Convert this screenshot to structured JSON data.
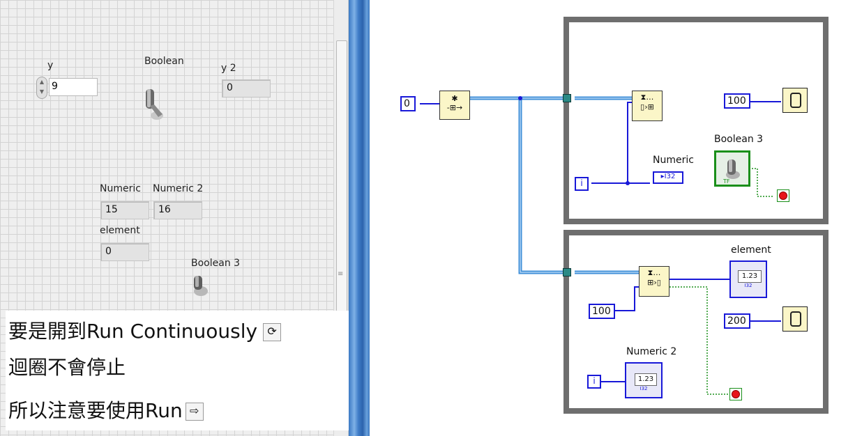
{
  "front_panel": {
    "y": {
      "label": "y",
      "value": "9"
    },
    "boolean": {
      "label": "Boolean"
    },
    "y2": {
      "label": "y 2",
      "value": "0"
    },
    "numeric": {
      "label": "Numeric",
      "value": "15"
    },
    "numeric2": {
      "label": "Numeric  2",
      "value": "16"
    },
    "element": {
      "label": "element",
      "value": "0"
    },
    "boolean3": {
      "label": "Boolean  3"
    }
  },
  "note": {
    "line1": "要是開到Run  Continuously",
    "line2": "迴圈不會停止",
    "line3": "所以注意要使用Run",
    "run_continuously_icon": "run-continuously-icon",
    "run_icon": "run-arrow-icon"
  },
  "block_diagram": {
    "const_zero": "0",
    "wait_top": "100",
    "wait_bottom": "200",
    "count_bottom": "100",
    "numeric_label": "Numeric",
    "numeric_type": "I32",
    "boolean3_label": "Boolean  3",
    "boolean3_type": "TF",
    "element_label": "element",
    "numeric2_label": "Numeric  2",
    "indicator_value": "1.23",
    "indicator_type": "I32",
    "iteration": "i"
  },
  "colors": {
    "wire_blue": "#1818d8",
    "queue_wire": "#3f8fd8",
    "bool_wire": "#1a8f1a",
    "loop_frame": "#6e6e6e",
    "node_fill": "#fbf6c8"
  }
}
